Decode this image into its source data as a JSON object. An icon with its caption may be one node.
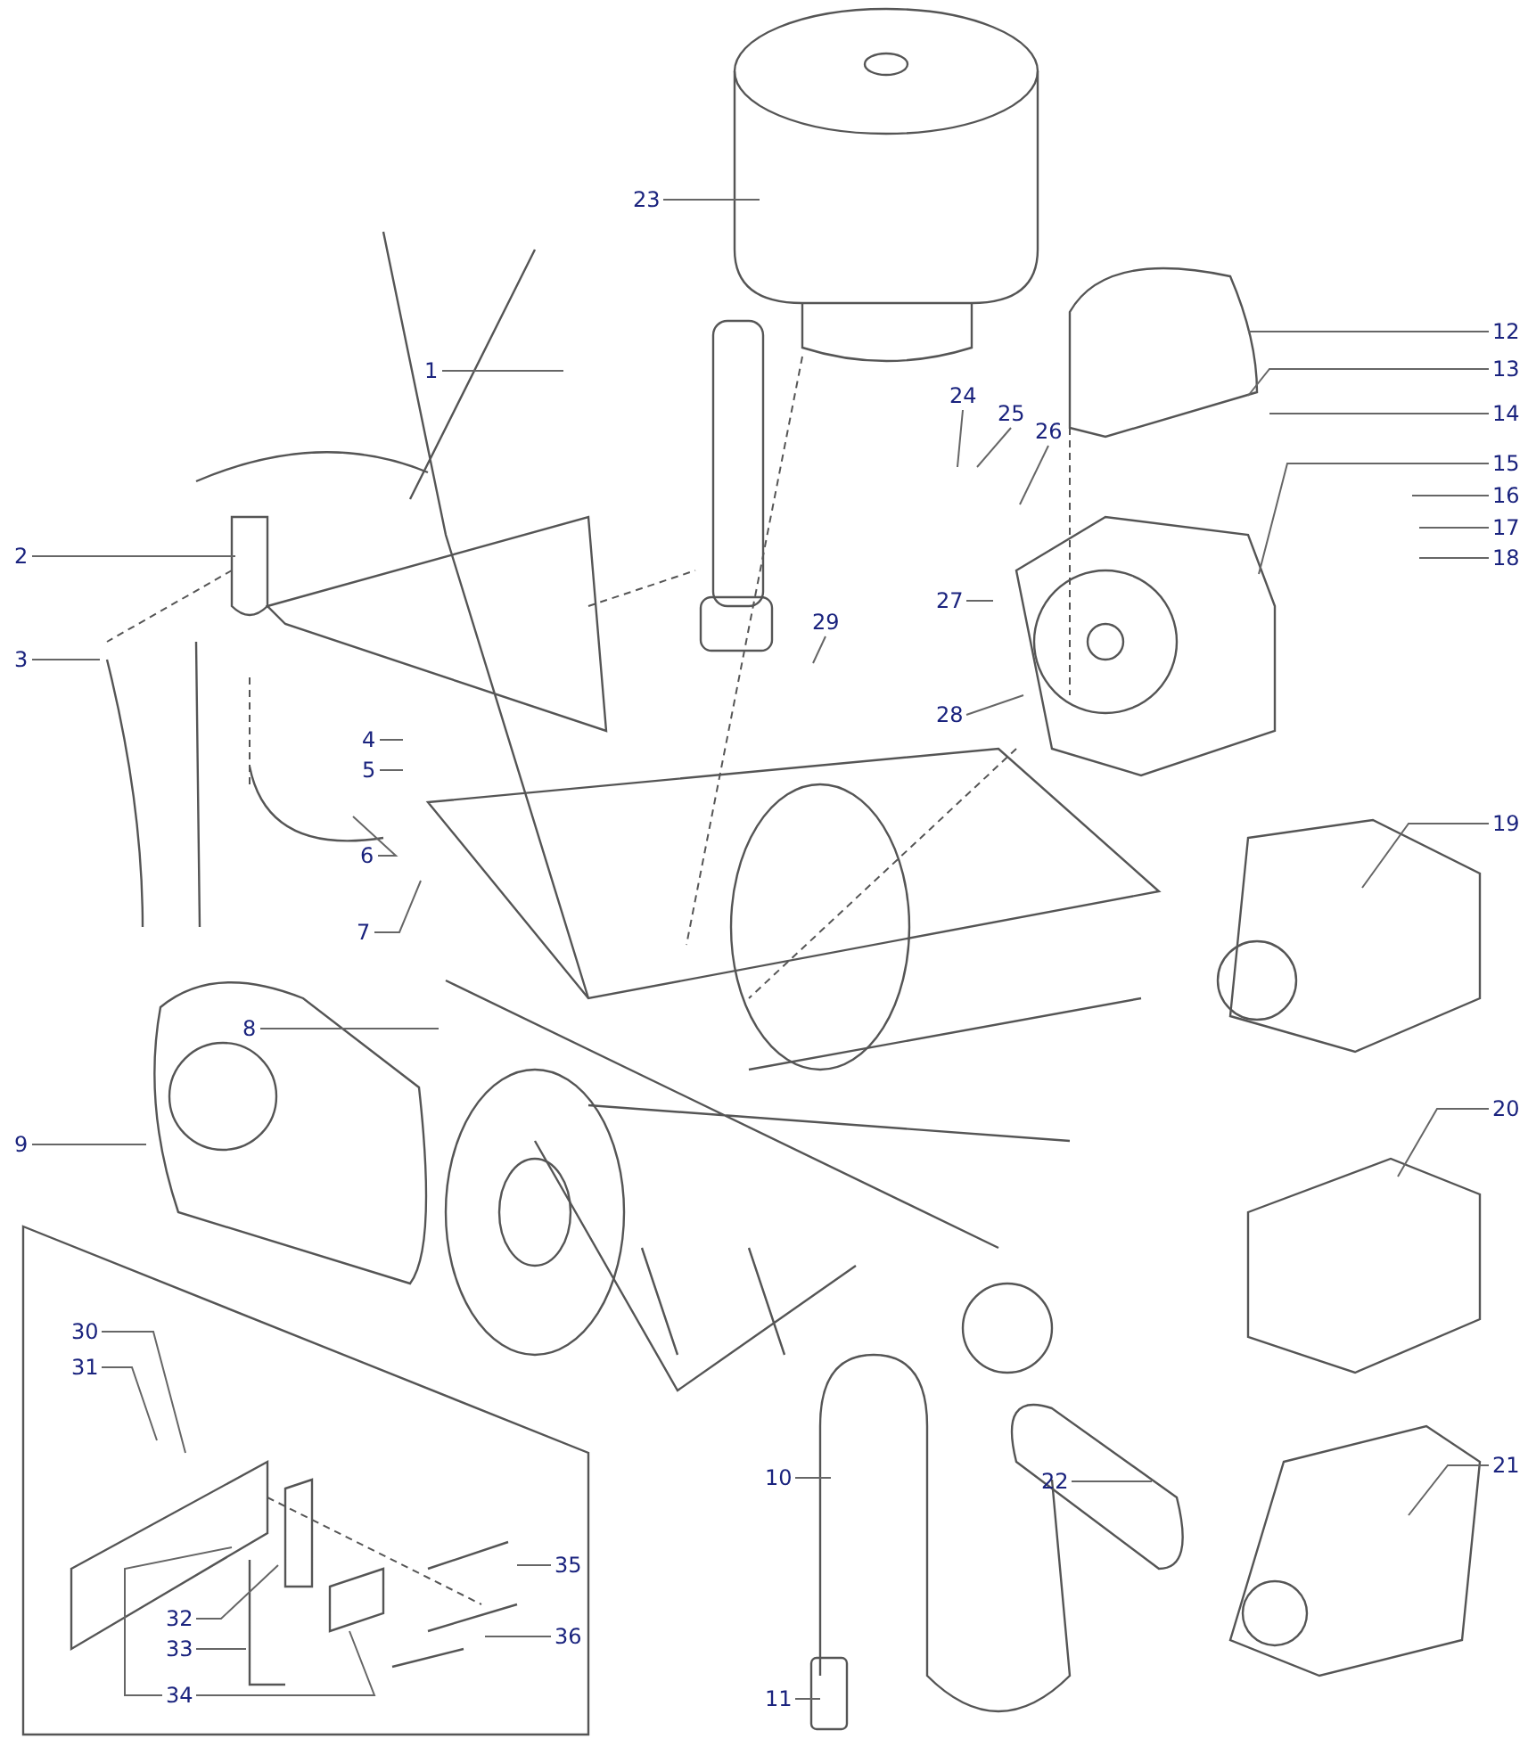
{
  "diagram": {
    "nodes": [
      {
        "text": [
          "1"
        ]
      },
      {
        "text": [
          "2"
        ]
      },
      {
        "text": [
          "3"
        ]
      },
      {
        "text": [
          "4"
        ]
      },
      {
        "text": [
          "5"
        ]
      },
      {
        "text": [
          "6"
        ]
      },
      {
        "text": [
          "7"
        ]
      },
      {
        "text": [
          "8"
        ]
      },
      {
        "text": [
          "9"
        ]
      },
      {
        "text": [
          "10"
        ]
      },
      {
        "text": [
          "11"
        ]
      },
      {
        "text": [
          "12"
        ]
      },
      {
        "text": [
          "13"
        ]
      },
      {
        "text": [
          "14"
        ]
      },
      {
        "text": [
          "15"
        ]
      },
      {
        "text": [
          "16"
        ]
      },
      {
        "text": [
          "17"
        ]
      },
      {
        "text": [
          "18"
        ]
      },
      {
        "text": [
          "19"
        ]
      },
      {
        "text": [
          "20"
        ]
      },
      {
        "text": [
          "21"
        ]
      },
      {
        "text": [
          "22"
        ]
      },
      {
        "text": [
          "23"
        ]
      },
      {
        "text": [
          "24"
        ]
      },
      {
        "text": [
          "25"
        ]
      },
      {
        "text": [
          "26"
        ]
      },
      {
        "text": [
          "27"
        ]
      },
      {
        "text": [
          "28"
        ]
      },
      {
        "text": [
          "29"
        ]
      },
      {
        "text": [
          "30"
        ]
      },
      {
        "text": [
          "31"
        ]
      },
      {
        "text": [
          "32"
        ]
      },
      {
        "text": [
          "33"
        ]
      },
      {
        "text": [
          "34"
        ]
      },
      {
        "text": [
          "35"
        ]
      },
      {
        "text": [
          "36"
        ]
      }
    ],
    "edges": [
      {
        "from": 0,
        "to": null,
        "arrow": "none"
      },
      {
        "from": 1,
        "to": null,
        "arrow": "none"
      },
      {
        "from": 2,
        "to": null,
        "arrow": "none"
      },
      {
        "from": 3,
        "to": null,
        "arrow": "none"
      },
      {
        "from": 4,
        "to": null,
        "arrow": "none"
      },
      {
        "from": 5,
        "to": null,
        "arrow": "none"
      },
      {
        "from": 6,
        "to": null,
        "arrow": "none"
      },
      {
        "from": 7,
        "to": null,
        "arrow": "none"
      },
      {
        "from": 8,
        "to": null,
        "arrow": "none"
      },
      {
        "from": 9,
        "to": null,
        "arrow": "none"
      },
      {
        "from": 10,
        "to": null,
        "arrow": "none"
      },
      {
        "from": 11,
        "to": null,
        "arrow": "none"
      },
      {
        "from": 12,
        "to": null,
        "arrow": "none"
      },
      {
        "from": 13,
        "to": null,
        "arrow": "none"
      },
      {
        "from": 14,
        "to": null,
        "arrow": "none"
      },
      {
        "from": 15,
        "to": null,
        "arrow": "none"
      },
      {
        "from": 16,
        "to": null,
        "arrow": "none"
      },
      {
        "from": 17,
        "to": null,
        "arrow": "none"
      },
      {
        "from": 18,
        "to": null,
        "arrow": "none"
      },
      {
        "from": 19,
        "to": null,
        "arrow": "none"
      },
      {
        "from": 20,
        "to": null,
        "arrow": "none"
      },
      {
        "from": 21,
        "to": null,
        "arrow": "none"
      },
      {
        "from": 22,
        "to": null,
        "arrow": "none"
      },
      {
        "from": 23,
        "to": null,
        "arrow": "none"
      },
      {
        "from": 24,
        "to": null,
        "arrow": "none"
      },
      {
        "from": 25,
        "to": null,
        "arrow": "none"
      },
      {
        "from": 26,
        "to": null,
        "arrow": "none"
      },
      {
        "from": 27,
        "to": null,
        "arrow": "none"
      },
      {
        "from": 28,
        "to": null,
        "arrow": "none"
      },
      {
        "from": 29,
        "to": null,
        "arrow": "none"
      },
      {
        "from": 30,
        "to": null,
        "arrow": "none"
      },
      {
        "from": 31,
        "to": null,
        "arrow": "none"
      },
      {
        "from": 32,
        "to": null,
        "arrow": "none"
      },
      {
        "from": 33,
        "to": null,
        "arrow": "none"
      },
      {
        "from": 33,
        "to": null,
        "arrow": "none"
      },
      {
        "from": 34,
        "to": null,
        "arrow": "none"
      },
      {
        "from": 35,
        "to": null,
        "arrow": "none"
      }
    ]
  }
}
